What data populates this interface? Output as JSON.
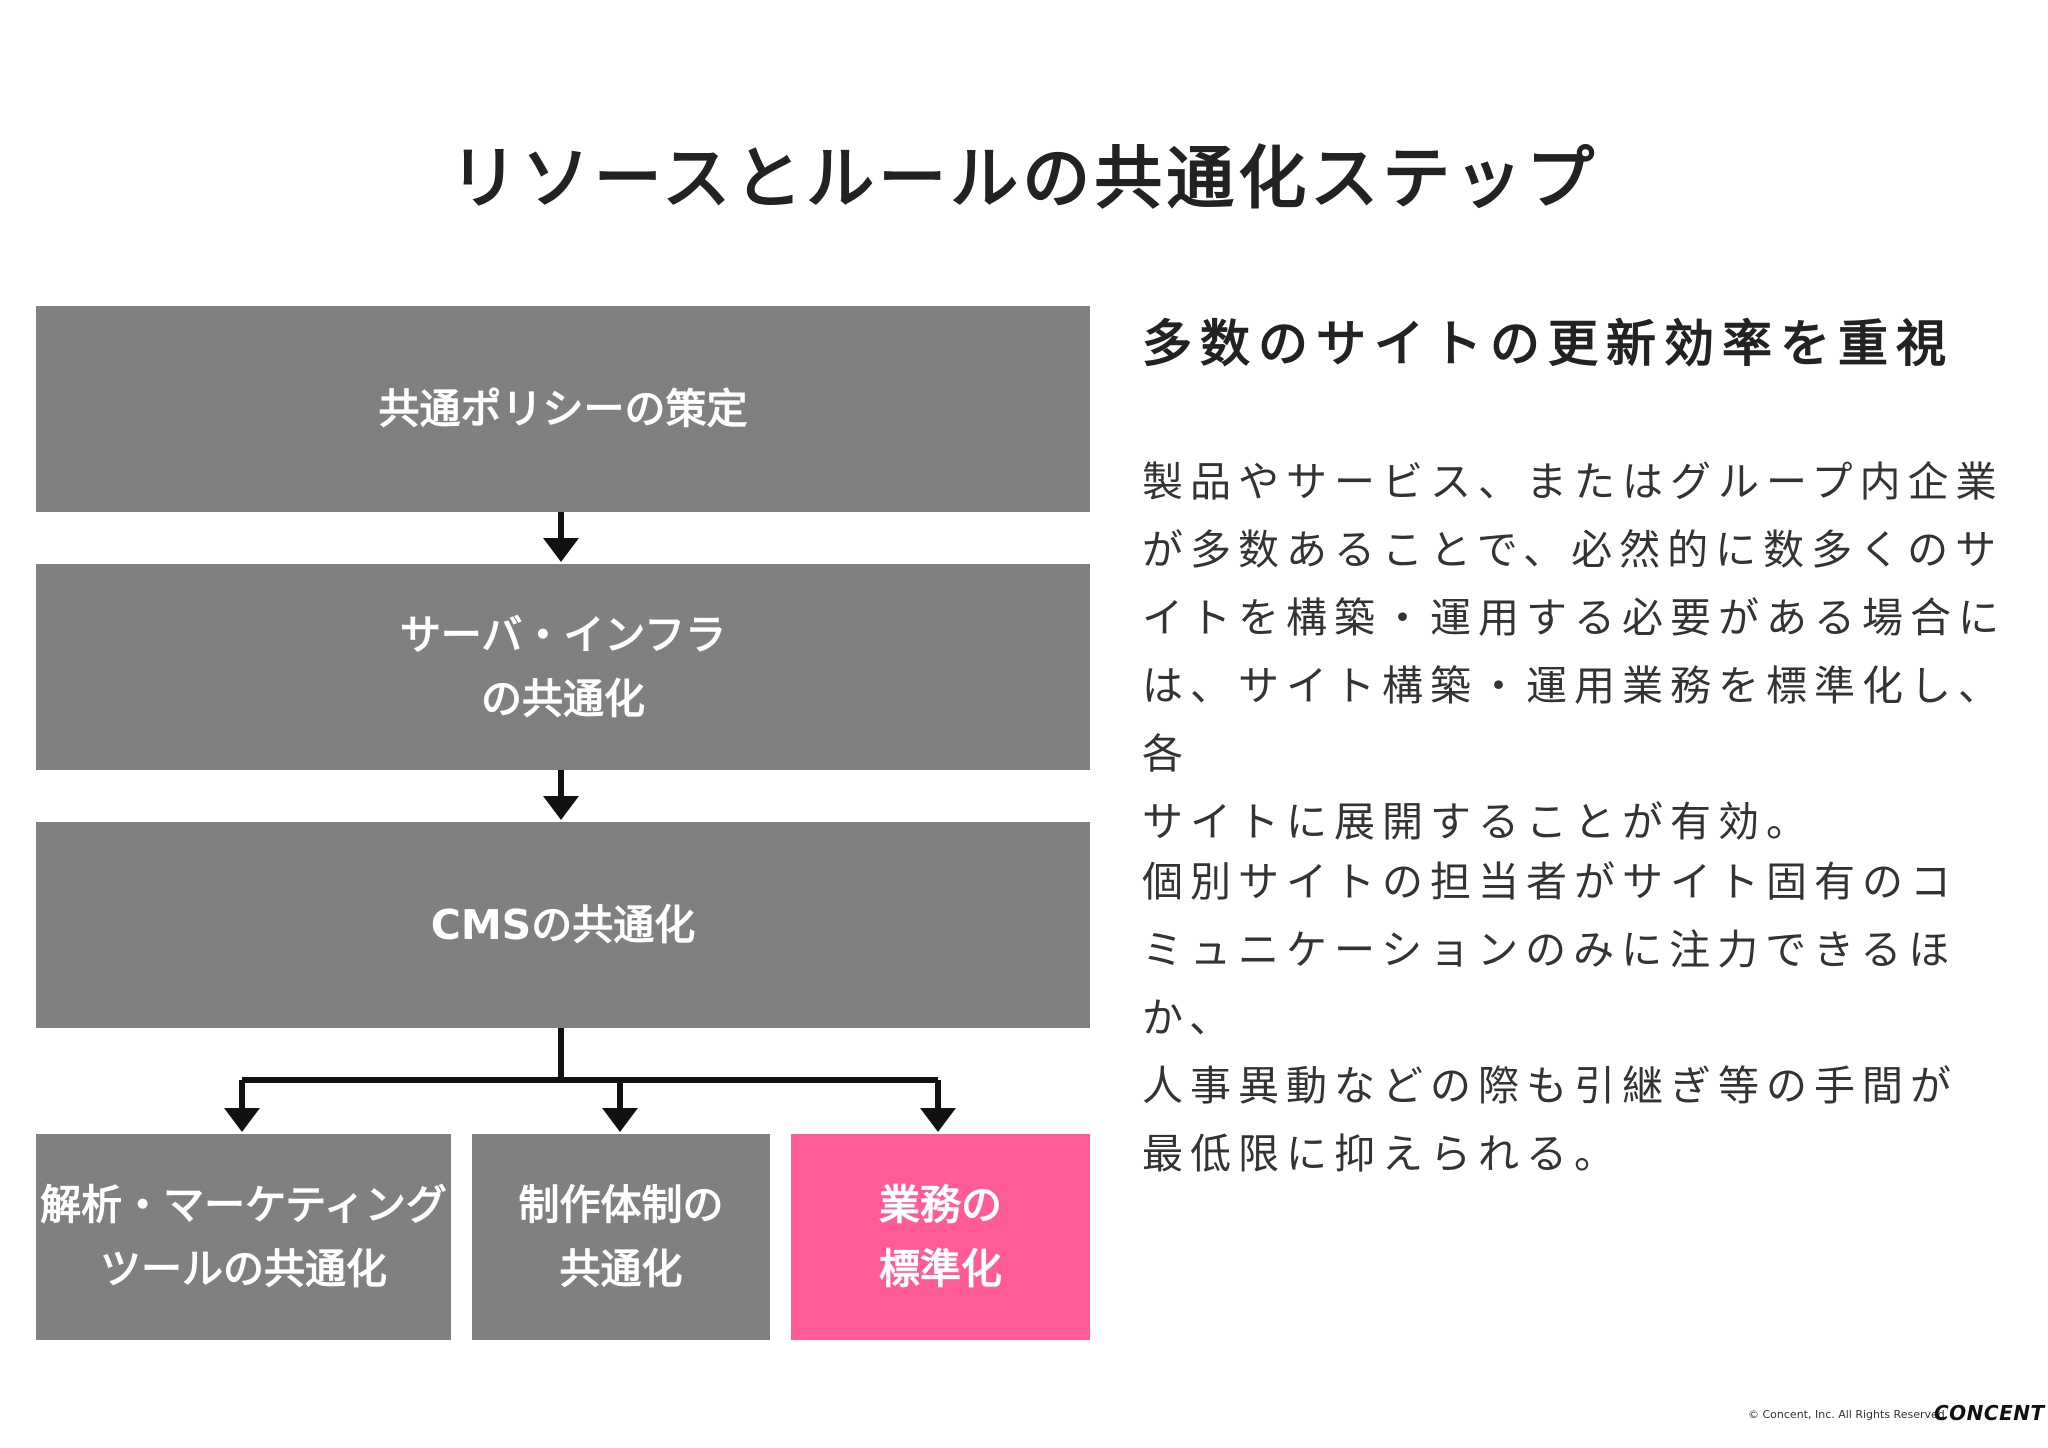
{
  "title": "リソースとルールの共通化ステップ",
  "flow": {
    "step1": "共通ポリシーの策定",
    "step2": "サーバ・インフラ\nの共通化",
    "step3": "CMSの共通化",
    "branch1": "解析・マーケティング\nツールの共通化",
    "branch2": "制作体制の\n共通化",
    "branch3": "業務の\n標準化"
  },
  "colors": {
    "box": "#808080",
    "highlight": "#ff5c97",
    "connector": "#111111"
  },
  "side": {
    "heading": "多数のサイトの更新効率を重視",
    "paragraph1": "製品やサービス、またはグループ内企業\nが多数あることで、必然的に数多くのサ\nイトを構築・運用する必要がある場合に\nは、サイト構築・運用業務を標準化し、各\nサイトに展開することが有効。",
    "paragraph2": "個別サイトの担当者がサイト固有のコ\nミュニケーションのみに注力できるほか、\n人事異動などの際も引継ぎ等の手間が\n最低限に抑えられる。"
  },
  "footer": {
    "copyright": "© Concent, Inc. All Rights Reserved.",
    "logo": "CONCENT"
  }
}
